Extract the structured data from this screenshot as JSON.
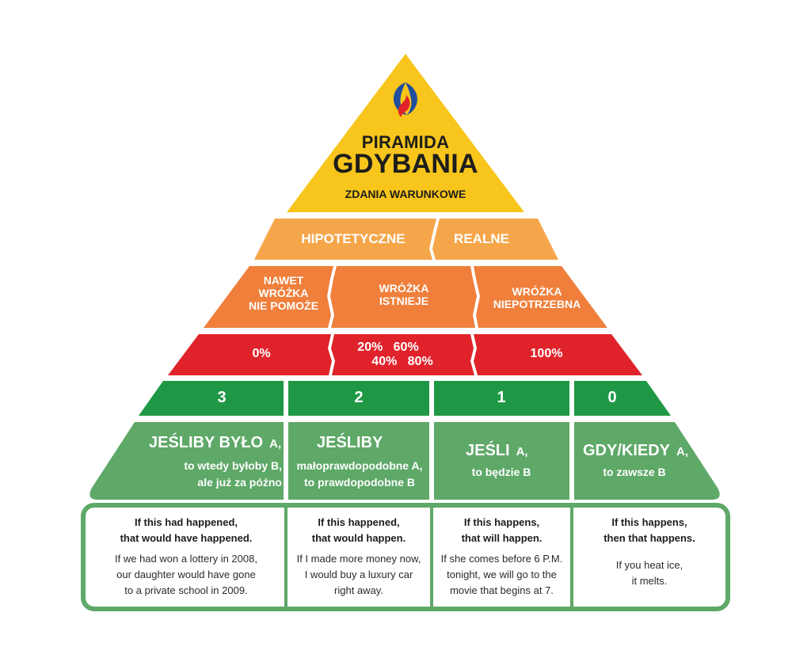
{
  "title": {
    "line1": "PIRAMIDA",
    "line2": "GDYBANIA",
    "subtitle": "ZDANIA WARUNKOWE"
  },
  "colors": {
    "yellow": "#f7c51b",
    "light_orange": "#f6a64a",
    "orange": "#ef7f3b",
    "red": "#e0232b",
    "green": "#1f9845",
    "pale_green": "#5ea868",
    "border_green": "#5ea868",
    "logo_blue": "#1f4e9d",
    "logo_red": "#e0232b"
  },
  "logo_icon": "flame-logo-icon",
  "row_types": {
    "hypothetical": "HIPOTETYCZNE",
    "real": "REALNE"
  },
  "row_cases": {
    "no_help": [
      "NAWET",
      "WRÓŻKA",
      "NIE POMOŻE"
    ],
    "fortune_exists": [
      "WRÓŻKA",
      "ISTNIEJE"
    ],
    "fortune_unneeded": [
      "WRÓŻKA",
      "NIEPOTRZEBNA"
    ]
  },
  "row_probability": {
    "zero": "0%",
    "mid_line1": "20%   60%",
    "mid_line2": "40%   80%",
    "hundred": "100%"
  },
  "conditional_types": [
    "3",
    "2",
    "1",
    "0"
  ],
  "structures": [
    {
      "head": "JEŚLIBY BYŁO",
      "suffix": "A,",
      "sub1": "to wtedy byłoby B,",
      "sub2": "ale już za późno"
    },
    {
      "head": "JEŚLIBY",
      "suffix": "",
      "sub1": "małoprawdopodobne A,",
      "sub2": "to prawdopodobne B"
    },
    {
      "head": "JEŚLI",
      "suffix": "A,",
      "sub1": "to będzie B",
      "sub2": ""
    },
    {
      "head": "GDY/KIEDY",
      "suffix": "A,",
      "sub1": "to zawsze B",
      "sub2": ""
    }
  ],
  "examples": [
    {
      "head1": "If this had happened,",
      "head2": "that would have happened.",
      "body": [
        "If we had won a lottery in 2008,",
        "our daughter would have gone",
        "to a private school in 2009."
      ]
    },
    {
      "head1": "If this happened,",
      "head2": "that would happen.",
      "body": [
        "If I made more money now,",
        "I would buy a luxury car",
        "right away."
      ]
    },
    {
      "head1": "If this happens,",
      "head2": "that will happen.",
      "body": [
        "If she comes before 6 P.M.",
        "tonight, we will go to the",
        "movie that begins at 7."
      ]
    },
    {
      "head1": "If this happens,",
      "head2": "then that happens.",
      "body": [
        "If you heat ice,",
        "it melts."
      ]
    }
  ]
}
